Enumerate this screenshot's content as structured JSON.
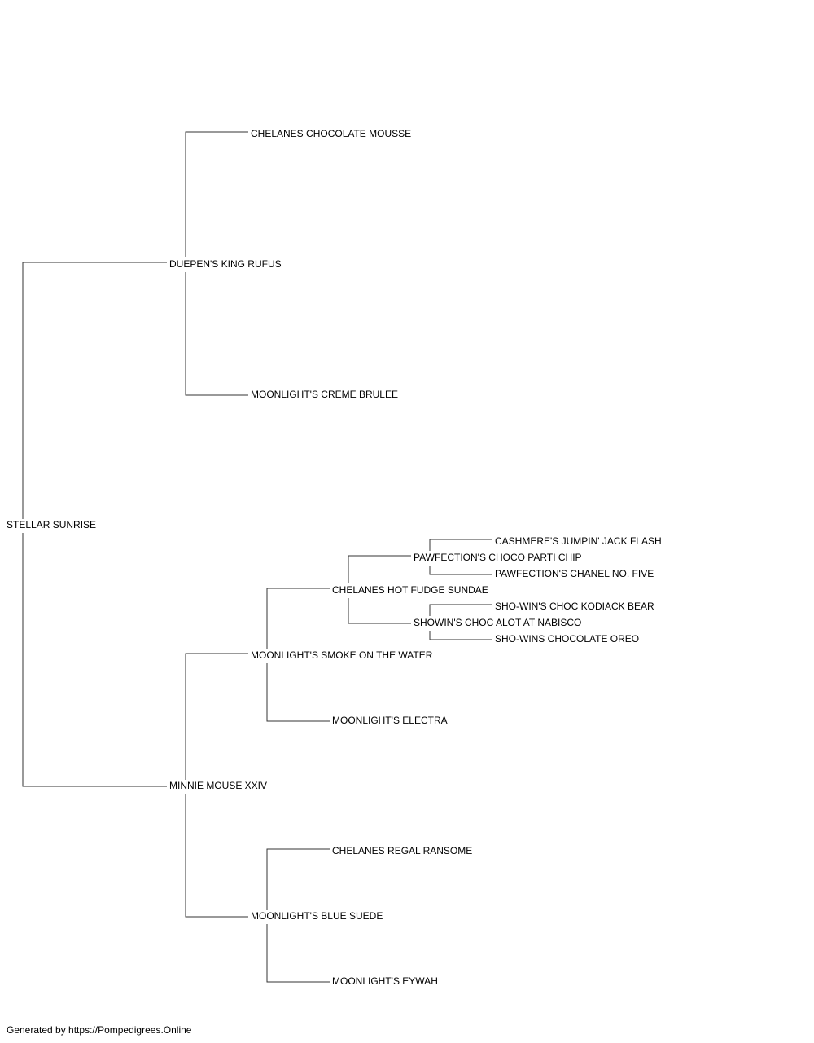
{
  "pedigree": {
    "subject": "STELLAR SUNRISE",
    "sire": "DUEPEN'S KING RUFUS",
    "sire_sire": "CHELANES CHOCOLATE MOUSSE",
    "sire_dam": "MOONLIGHT'S CREME BRULEE",
    "dam": "MINNIE MOUSE XXIV",
    "dam_sire": "MOONLIGHT'S SMOKE ON THE WATER",
    "dam_sire_sire": "CHELANES HOT FUDGE SUNDAE",
    "dam_sire_sire_sire": "PAWFECTION'S CHOCO PARTI CHIP",
    "dam_sire_sire_sire_sire": "CASHMERE'S JUMPIN' JACK FLASH",
    "dam_sire_sire_sire_dam": "PAWFECTION'S CHANEL NO. FIVE",
    "dam_sire_sire_dam": "SHOWIN'S CHOC ALOT AT NABISCO",
    "dam_sire_sire_dam_sire": "SHO-WIN'S CHOC KODIACK BEAR",
    "dam_sire_sire_dam_dam": "SHO-WINS CHOCOLATE OREO",
    "dam_sire_dam": "MOONLIGHT'S ELECTRA",
    "dam_dam": "MOONLIGHT'S BLUE SUEDE",
    "dam_dam_sire": "CHELANES REGAL RANSOME",
    "dam_dam_dam": "MOONLIGHT'S EYWAH"
  },
  "footer": "Generated by https://Pompedigrees.Online",
  "colors": {
    "line": "#333333",
    "text": "#000000",
    "background": "#ffffff"
  }
}
